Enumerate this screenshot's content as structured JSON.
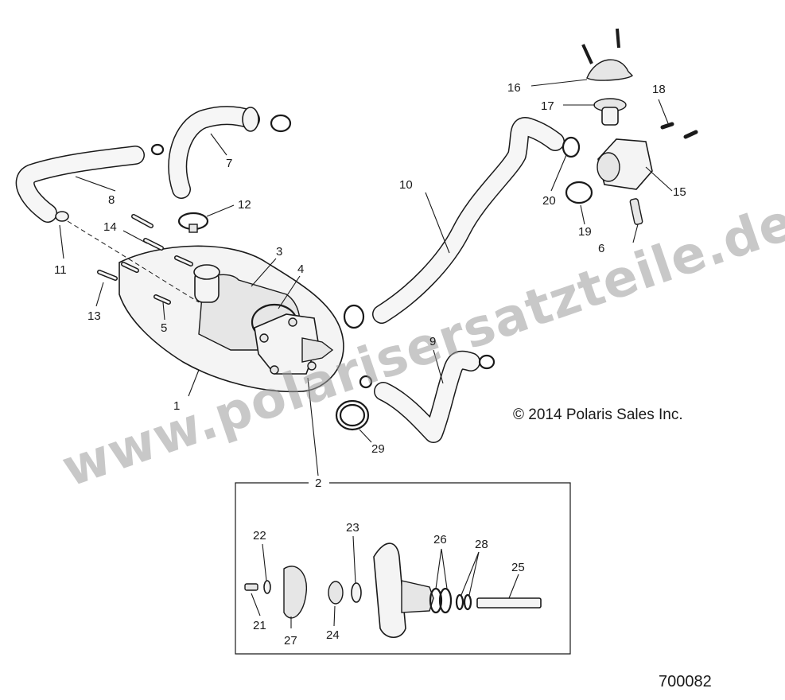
{
  "diagram": {
    "copyright": "© 2014 Polaris Sales Inc.",
    "drawing_number": "700082",
    "watermark": "www.polarisersatzteile.de",
    "callouts": {
      "c1": "1",
      "c2": "2",
      "c3": "3",
      "c4": "4",
      "c5": "5",
      "c6": "6",
      "c7": "7",
      "c8": "8",
      "c9": "9",
      "c10": "10",
      "c11": "11",
      "c12": "12",
      "c13": "13",
      "c14": "14",
      "c15": "15",
      "c16": "16",
      "c17": "17",
      "c18": "18",
      "c19": "19",
      "c20": "20",
      "c21": "21",
      "c22": "22",
      "c23": "23",
      "c24": "24",
      "c25": "25",
      "c26": "26",
      "c27": "27",
      "c28": "28",
      "c29": "29"
    }
  }
}
